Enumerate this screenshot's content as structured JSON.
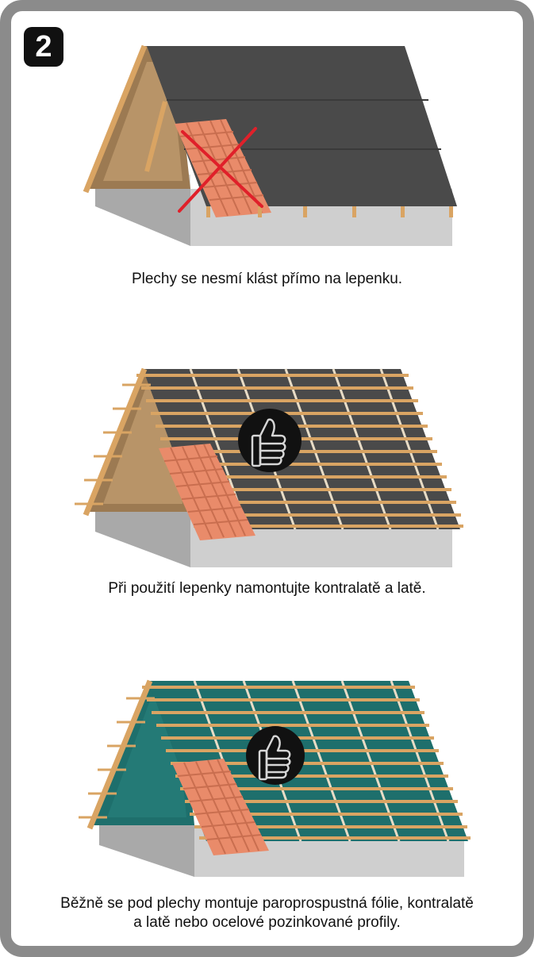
{
  "step_number": "2",
  "panels": [
    {
      "caption": "Plechy se nesmí klást přímo na lepenku.",
      "verdict": "wrong",
      "underlay": "tar-paper"
    },
    {
      "caption": "Při použití lepenky namontujte kontralatě a latě.",
      "verdict": "correct",
      "underlay": "tar-paper"
    },
    {
      "caption_lines": [
        "Běžně se pod plechy montuje paroprospustná fólie, kontralatě",
        "a latě nebo ocelové pozinkované profily."
      ],
      "verdict": "correct",
      "underlay": "breathable-membrane"
    }
  ],
  "colors": {
    "tar_paper": "#4a4a4a",
    "membrane": "#1e6f6c",
    "wood": "#d9a463",
    "tile": "#e98b6a",
    "wall": "#cfcfcf",
    "cross": "#e0202a",
    "frame": "#8b8b8b"
  },
  "icons": [
    "cross-mark-icon",
    "thumbs-up-icon"
  ]
}
